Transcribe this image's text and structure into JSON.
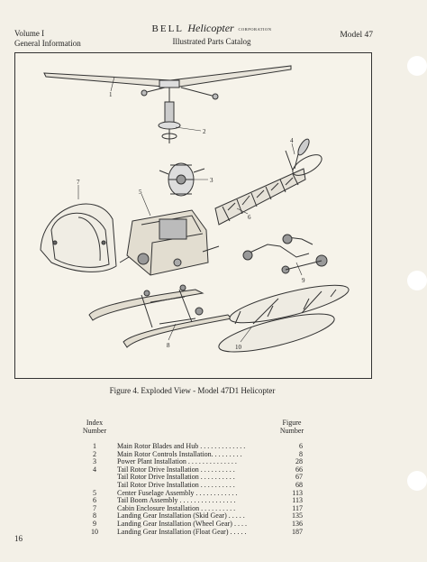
{
  "header": {
    "volume": "Volume I",
    "section": "General Information",
    "brand": "BELL",
    "brand_script": "Helicopter",
    "brand_corp": "CORPORATION",
    "subtitle": "Illustrated Parts Catalog",
    "model": "Model 47"
  },
  "figure": {
    "callouts": [
      "1",
      "2",
      "3",
      "4",
      "5",
      "6",
      "7",
      "8",
      "9",
      "10"
    ],
    "caption": "Figure 4.  Exploded View - Model 47D1 Helicopter"
  },
  "index_table": {
    "col_index_line1": "Index",
    "col_index_line2": "Number",
    "col_figure_line1": "Figure",
    "col_figure_line2": "Number",
    "rows": [
      {
        "index": "1",
        "title": "Main Rotor Blades and Hub . . . . . . . . . . . . .",
        "figure": "6"
      },
      {
        "index": "2",
        "title": "Main Rotor Controls Installation. . . . . . . . .",
        "figure": "8"
      },
      {
        "index": "3",
        "title": "Power Plant Installation . . . . . . . . . . . . . .",
        "figure": "28"
      },
      {
        "index": "4",
        "title": "Tail Rotor Drive Installation . . . . . . . . . .",
        "figure": "66"
      },
      {
        "index": "",
        "title": "Tail Rotor Drive Installation . . . . . . . . . .",
        "figure": "67"
      },
      {
        "index": "",
        "title": "Tail Rotor Drive Installation . . . . . . . . . .",
        "figure": "68"
      },
      {
        "index": "5",
        "title": "Center Fuselage Assembly . . . . . . . . . . . .",
        "figure": "113"
      },
      {
        "index": "6",
        "title": "Tail Boom Assembly . . . . . . . . . . . . . . . .",
        "figure": "113"
      },
      {
        "index": "7",
        "title": "Cabin Enclosure Installation . . . . . . . . . .",
        "figure": "117"
      },
      {
        "index": "8",
        "title": "Landing Gear Installation (Skid Gear) . . . . .",
        "figure": "135"
      },
      {
        "index": "9",
        "title": "Landing Gear Installation (Wheel Gear) . . . .",
        "figure": "136"
      },
      {
        "index": "10",
        "title": "Landing Gear Installation (Float Gear) . . . . .",
        "figure": "187"
      }
    ]
  },
  "footer": {
    "page_number": "16"
  }
}
